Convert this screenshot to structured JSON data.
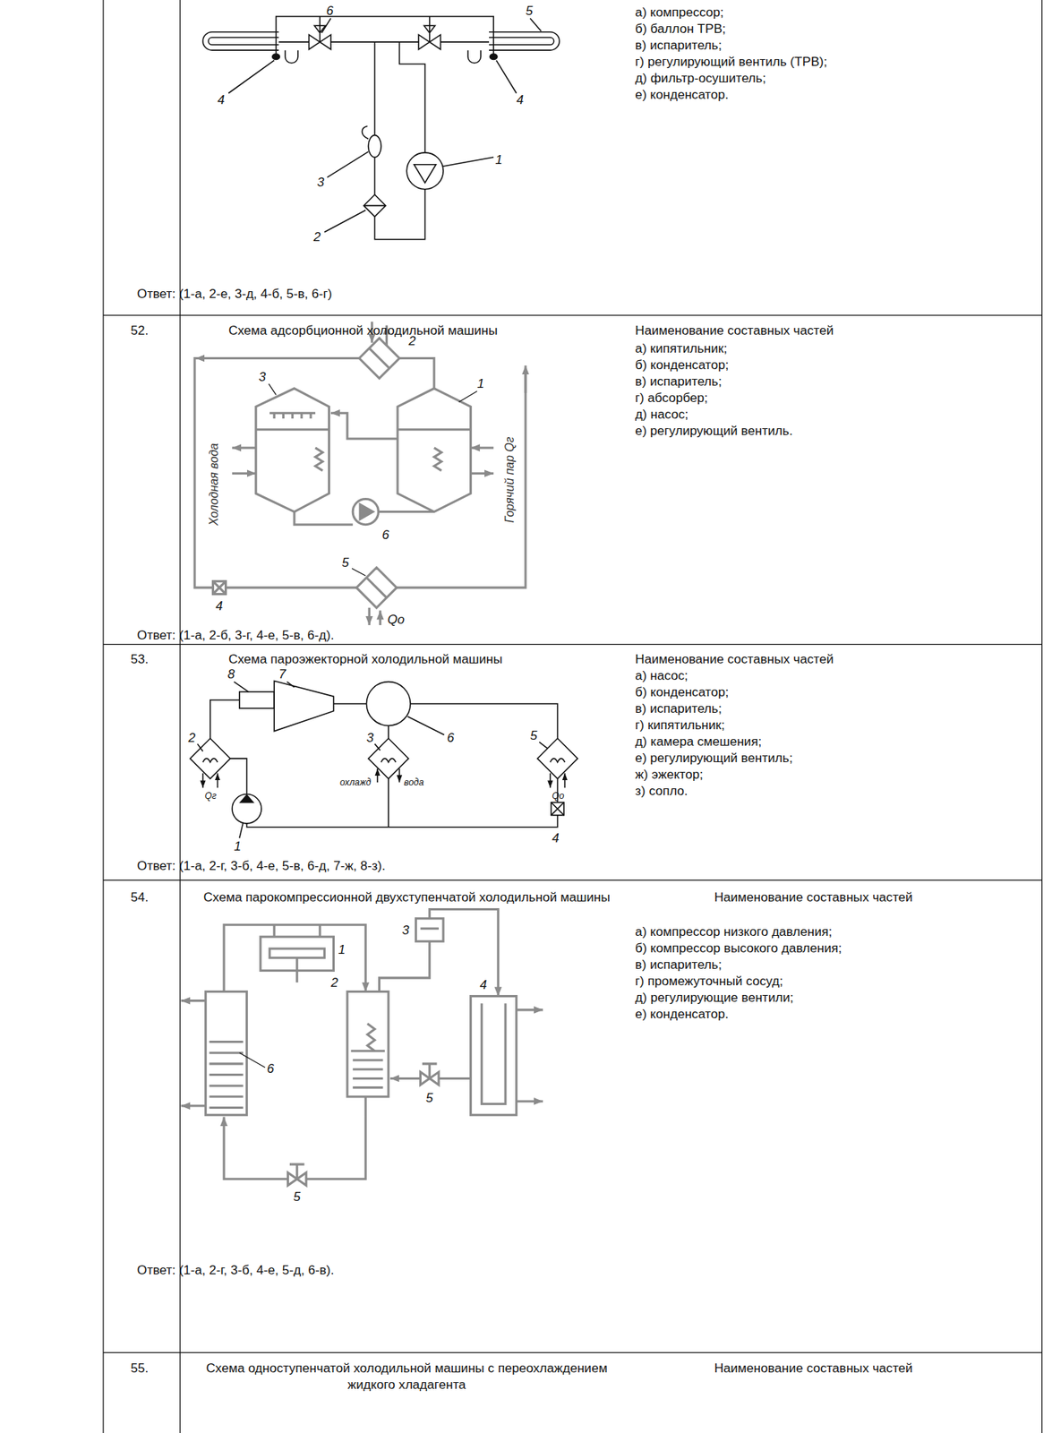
{
  "diagram": {
    "labels": [
      "6",
      "5",
      "4",
      "4",
      "3",
      "1",
      "2",
      "Ответ: (1-а, 2-е, 3-д, 4-б, 5-в, 6-г)",
      "а) компрессор;",
      "б) баллон ТРВ;",
      "в) испаритель;",
      "г) регулирующий вентиль (ТРВ);",
      "д) фильтр-осушитель;",
      "е) конденсатор.",
      "52.",
      "Схема адсорбционной холодильной машины",
      "Наименование составных частей",
      "а) кипятильник;",
      "б) конденсатор;",
      "в) испаритель;",
      "г) абсорбер;",
      "д) насос;",
      "е) регулирующий вентиль.",
      "2",
      "3",
      "1",
      "Холодная вода",
      "Горячий пар Qг",
      "5",
      "6",
      "4",
      "Qo",
      "Ответ: (1-а, 2-б, 3-г, 4-е, 5-в, 6-д).",
      "53.",
      "Схема пароэжекторной холодильной машины",
      "Наименование составных частей",
      "а) насос;",
      "б) конденсатор;",
      "в) испаритель;",
      "г) кипятильник;",
      "д) камера смешения;",
      "е) регулирующий вентиль;",
      "ж) эжектор;",
      "з) сопло.",
      "8",
      "7",
      "6",
      "2",
      "3",
      "5",
      "Qг",
      "охлажд",
      "вода",
      "Qо",
      "1",
      "4",
      "Ответ: (1-а, 2-г, 3-б, 4-е, 5-в, 6-д, 7-ж, 8-з).",
      "54.",
      "Схема парокомпрессионной двухступенчатой холодильной машины",
      "Наименование составных частей",
      "а) компрессор низкого давления;",
      "б) компрессор высокого давления;",
      "в) испаритель;",
      "г) промежуточный сосуд;",
      "д) регулирующие вентили;",
      "е) конденсатор.",
      "1",
      "3",
      "2",
      "4",
      "6",
      "5",
      "5",
      "Ответ: (1-а, 2-г, 3-б, 4-е, 5-д, 6-в).",
      "55.",
      "Схема одноступенчатой холодильной машины с переохлаждением жидкого хладагента",
      "Наименование составных частей"
    ]
  }
}
